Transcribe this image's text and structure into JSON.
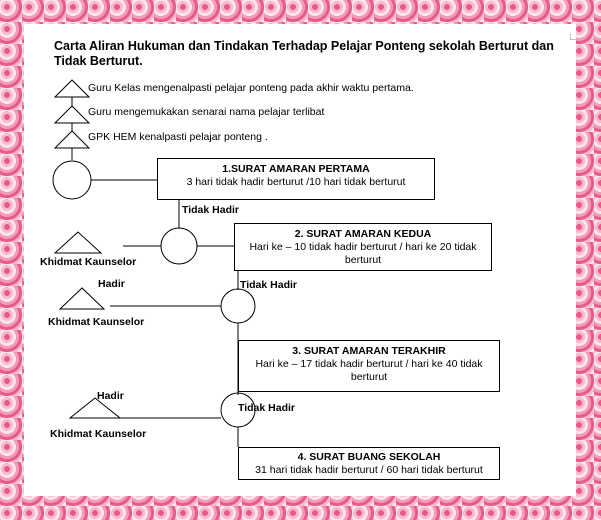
{
  "title": "Carta Aliran Hukuman dan Tindakan Terhadap Pelajar Ponteng sekolah Berturut dan Tidak Berturut.",
  "steps": [
    "Guru Kelas mengenalpasti pelajar ponteng pada akhir waktu pertama.",
    "Guru mengemukakan senarai nama pelajar terlibat",
    "GPK HEM kenalpasti pelajar ponteng ."
  ],
  "boxes": [
    {
      "title": "1.SURAT AMARAN PERTAMA",
      "text": "3 hari tidak hadir berturut /10 hari tidak berturut"
    },
    {
      "title": "2. SURAT AMARAN KEDUA",
      "text": "Hari ke – 10 tidak hadir berturut / hari ke 20 tidak berturut"
    },
    {
      "title": "3. SURAT AMARAN TERAKHIR",
      "text": "Hari ke – 17 tidak hadir berturut / hari ke 40 tidak berturut"
    },
    {
      "title": "4. SURAT BUANG SEKOLAH",
      "text": "31 hari tidak hadir berturut / 60 hari tidak berturut"
    }
  ],
  "labels": {
    "tidak_hadir": "Tidak Hadir",
    "hadir": "Hadir",
    "khidmat": "Khidmat Kaunselor"
  },
  "colors": {
    "border_pink": "#e85a8c",
    "line": "#000000"
  }
}
